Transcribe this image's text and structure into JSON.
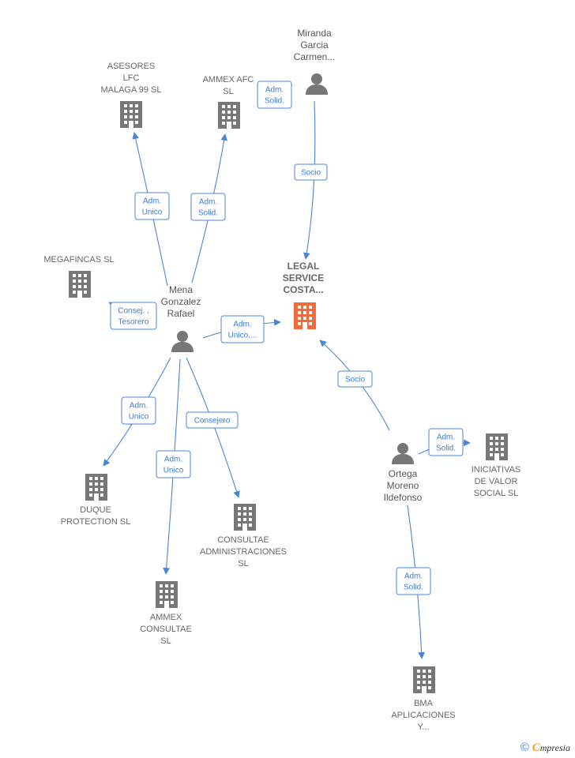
{
  "colors": {
    "edge": "#4a86d8",
    "building": "#777777",
    "focus_building": "#f26a3c",
    "person": "#777777"
  },
  "nodes": [
    {
      "id": "asesores",
      "type": "company",
      "icon": "building-icon",
      "lines": [
        "ASESORES",
        "LFC",
        "MALAGA 99  SL"
      ]
    },
    {
      "id": "ammex_afc",
      "type": "company",
      "icon": "building-icon",
      "lines": [
        "AMMEX AFC",
        "SL"
      ]
    },
    {
      "id": "miranda",
      "type": "person",
      "icon": "person-icon",
      "lines": [
        "Miranda",
        "Garcia",
        "Carmen..."
      ]
    },
    {
      "id": "megafincas",
      "type": "company",
      "icon": "building-icon",
      "lines": [
        "MEGAFINCAS SL"
      ]
    },
    {
      "id": "legal",
      "type": "focus",
      "icon": "building-icon",
      "lines": [
        "LEGAL",
        "SERVICE",
        "COSTA..."
      ]
    },
    {
      "id": "mena",
      "type": "person",
      "icon": "person-icon",
      "lines": [
        "Mena",
        "Gonzalez",
        "Rafael"
      ]
    },
    {
      "id": "duque",
      "type": "company",
      "icon": "building-icon",
      "lines": [
        "DUQUE",
        "PROTECTION SL"
      ]
    },
    {
      "id": "consultae_adm",
      "type": "company",
      "icon": "building-icon",
      "lines": [
        "CONSULTAE",
        "ADMINISTRACIONES",
        "SL"
      ]
    },
    {
      "id": "ammex_consultae",
      "type": "company",
      "icon": "building-icon",
      "lines": [
        "AMMEX",
        "CONSULTAE",
        "SL"
      ]
    },
    {
      "id": "ortega",
      "type": "person",
      "icon": "person-icon",
      "lines": [
        "Ortega",
        "Moreno",
        "Ildefonso"
      ]
    },
    {
      "id": "iniciativas",
      "type": "company",
      "icon": "building-icon",
      "lines": [
        "INICIATIVAS",
        "DE VALOR",
        "SOCIAL SL"
      ]
    },
    {
      "id": "bma",
      "type": "company",
      "icon": "building-icon",
      "lines": [
        "BMA",
        "APLICACIONES",
        "Y..."
      ]
    }
  ],
  "edges": [
    {
      "from": "mena",
      "to": "asesores",
      "label": [
        "Adm.",
        "Unico"
      ]
    },
    {
      "from": "mena",
      "to": "ammex_afc",
      "label": [
        "Adm.",
        "Solid."
      ]
    },
    {
      "from": "miranda",
      "to": "ammex_afc",
      "label": [
        "Adm.",
        "Solid."
      ]
    },
    {
      "from": "miranda",
      "to": "legal",
      "label": [
        "Socio"
      ]
    },
    {
      "from": "mena",
      "to": "megafincas",
      "label": [
        "Consej. ,",
        "Tesorero"
      ]
    },
    {
      "from": "mena",
      "to": "legal",
      "label": [
        "Adm.",
        "Unico,..."
      ]
    },
    {
      "from": "mena",
      "to": "duque",
      "label": [
        "Adm.",
        "Unico"
      ]
    },
    {
      "from": "mena",
      "to": "ammex_consultae",
      "label": [
        "Adm.",
        "Unico"
      ]
    },
    {
      "from": "mena",
      "to": "consultae_adm",
      "label": [
        "Consejero"
      ]
    },
    {
      "from": "ortega",
      "to": "legal",
      "label": [
        "Socio"
      ]
    },
    {
      "from": "ortega",
      "to": "iniciativas",
      "label": [
        "Adm.",
        "Solid."
      ]
    },
    {
      "from": "ortega",
      "to": "bma",
      "label": [
        "Adm.",
        "Solid."
      ]
    }
  ],
  "watermark": {
    "copyright": "©",
    "brand_initial": "C",
    "brand_rest": "mpresia"
  }
}
